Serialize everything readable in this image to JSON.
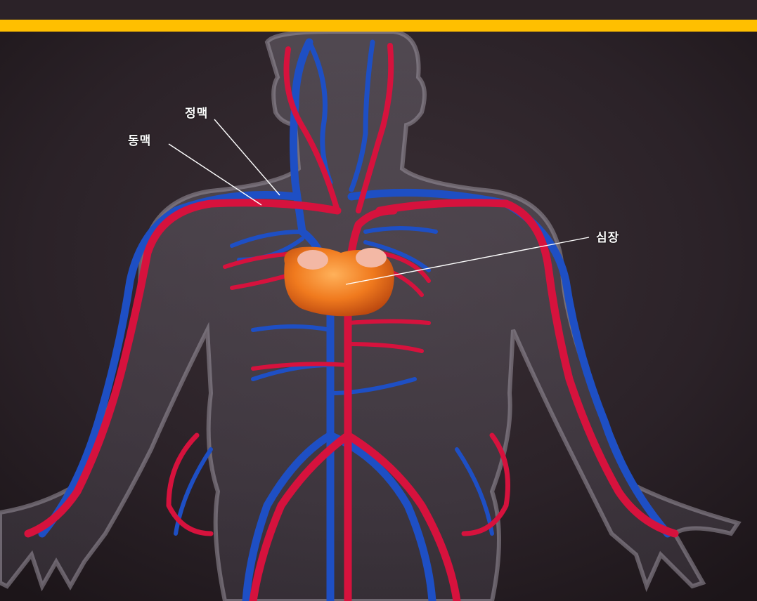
{
  "labels": {
    "vein": "정맥",
    "artery": "동맥",
    "heart": "심장"
  },
  "colors": {
    "accent_bar": "#ffbf00",
    "background": "#2b2228",
    "artery": "#d6123d",
    "vein": "#1e4fc4",
    "heart": "#f07a1e"
  }
}
